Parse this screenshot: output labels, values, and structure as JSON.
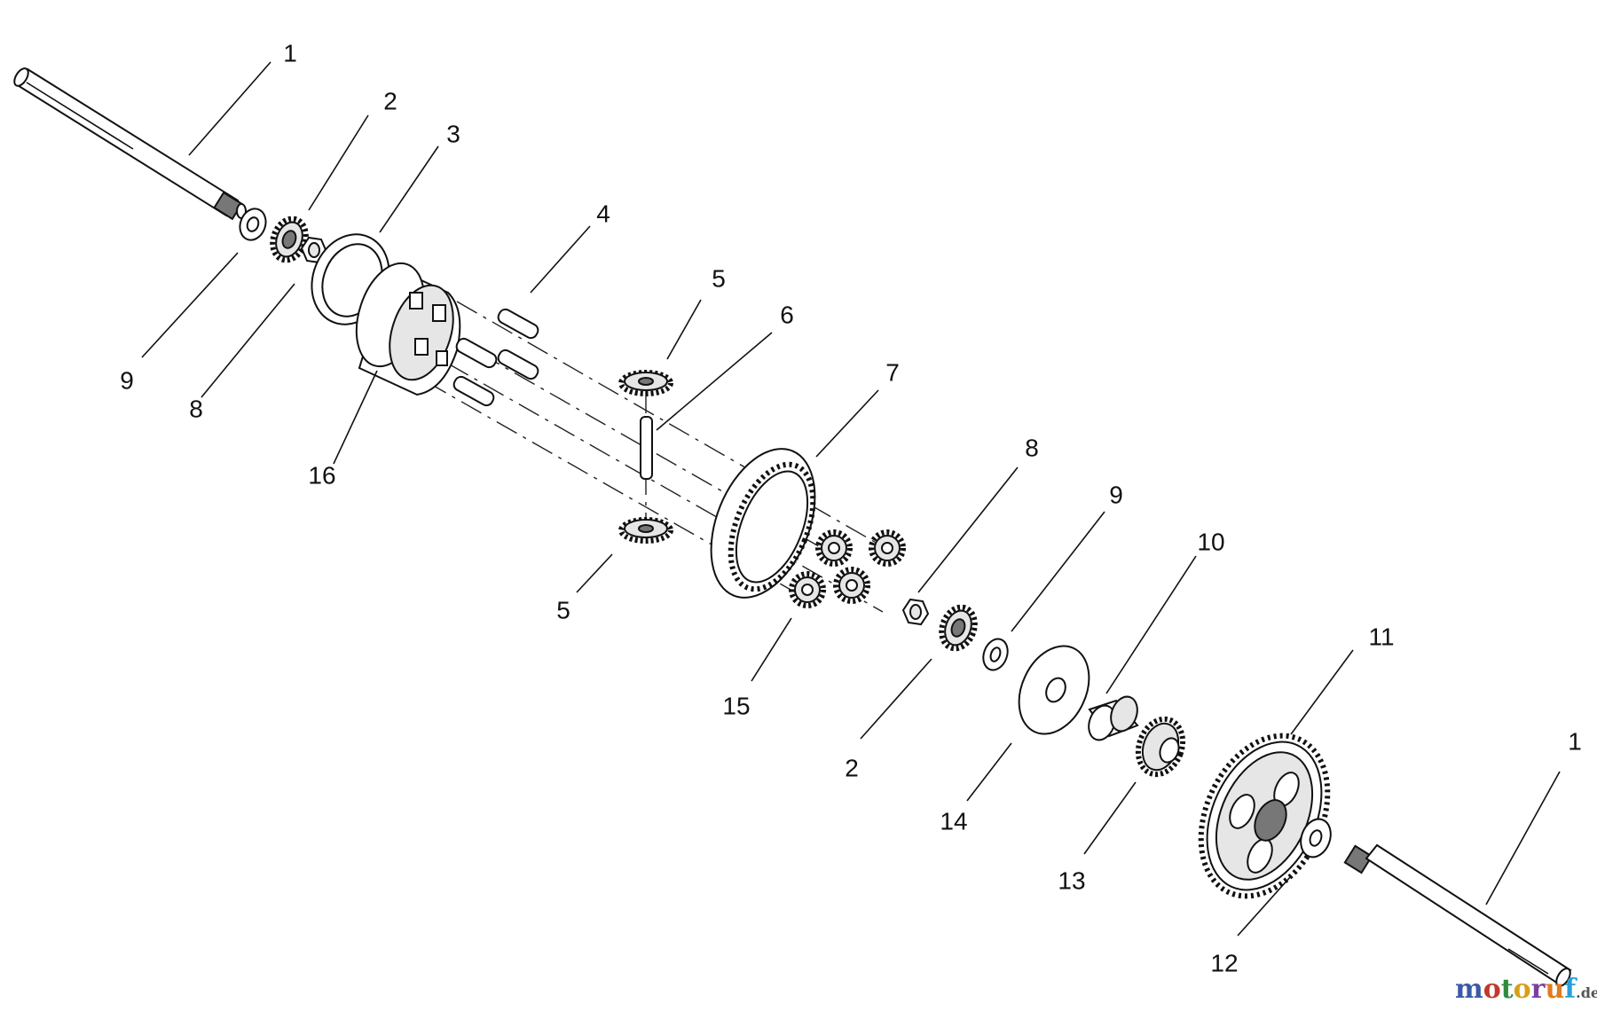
{
  "diagram": {
    "callouts": [
      {
        "id": "c1a",
        "label": "1"
      },
      {
        "id": "c2a",
        "label": "2"
      },
      {
        "id": "c3",
        "label": "3"
      },
      {
        "id": "c4",
        "label": "4"
      },
      {
        "id": "c5a",
        "label": "5"
      },
      {
        "id": "c6",
        "label": "6"
      },
      {
        "id": "c7",
        "label": "7"
      },
      {
        "id": "c9a",
        "label": "9"
      },
      {
        "id": "c8a",
        "label": "8"
      },
      {
        "id": "c16",
        "label": "16"
      },
      {
        "id": "c5b",
        "label": "5"
      },
      {
        "id": "c15",
        "label": "15"
      },
      {
        "id": "c8b",
        "label": "8"
      },
      {
        "id": "c9b",
        "label": "9"
      },
      {
        "id": "c10",
        "label": "10"
      },
      {
        "id": "c11",
        "label": "11"
      },
      {
        "id": "c2b",
        "label": "2"
      },
      {
        "id": "c14",
        "label": "14"
      },
      {
        "id": "c13",
        "label": "13"
      },
      {
        "id": "c12",
        "label": "12"
      },
      {
        "id": "c1b",
        "label": "1"
      }
    ]
  },
  "watermark": {
    "letters": [
      "m",
      "o",
      "t",
      "o",
      "r",
      "u",
      "f"
    ],
    "letter_colors": [
      "#3a5aa8",
      "#c0392b",
      "#2e8b3e",
      "#d4a017",
      "#7a3fa0",
      "#e07b20",
      "#2a9dd8"
    ],
    "suffix": ".de"
  },
  "colors": {
    "ink": "#111111",
    "background": "#ffffff"
  }
}
